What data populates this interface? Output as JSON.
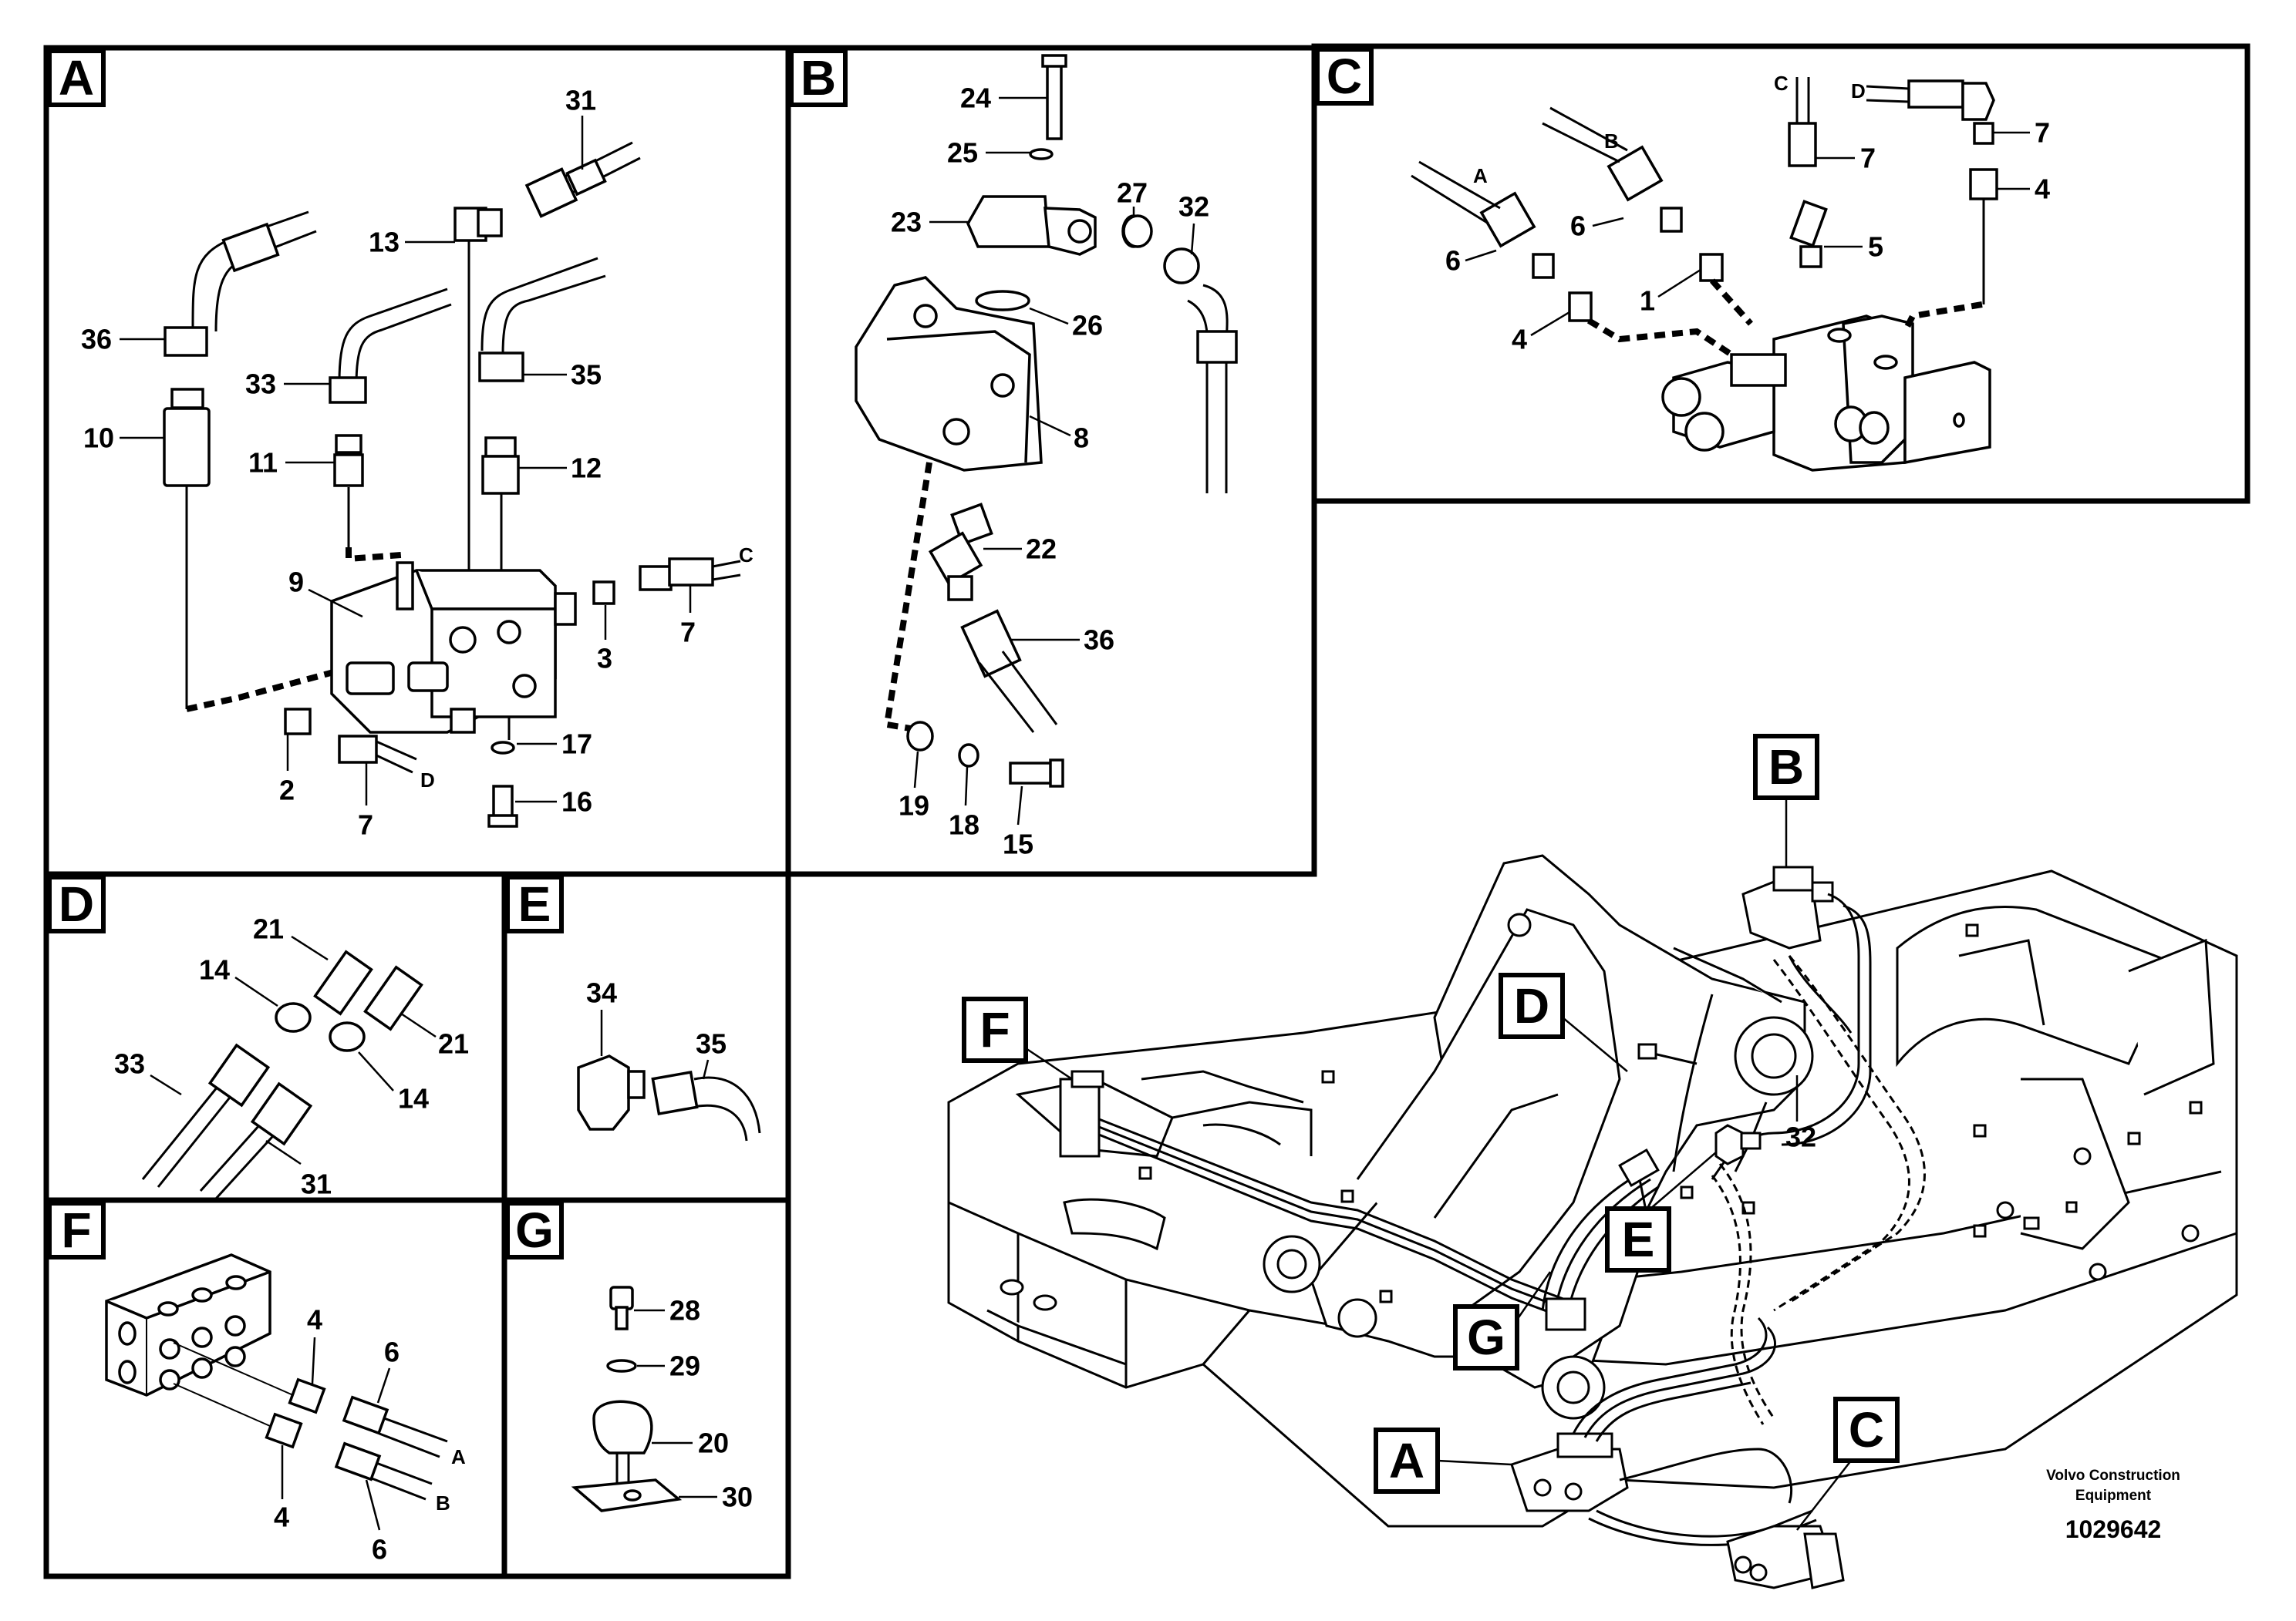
{
  "panels": {
    "A": {
      "label": "A"
    },
    "B": {
      "label": "B"
    },
    "C": {
      "label": "C"
    },
    "D": {
      "label": "D"
    },
    "E": {
      "label": "E"
    },
    "F": {
      "label": "F"
    },
    "G": {
      "label": "G"
    }
  },
  "callouts": {
    "A": [
      "31",
      "13",
      "36",
      "33",
      "35",
      "10",
      "11",
      "12",
      "9",
      "3",
      "7",
      "17",
      "16",
      "2",
      "7"
    ],
    "A_letters": [
      "C",
      "D"
    ],
    "B": [
      "24",
      "25",
      "23",
      "27",
      "32",
      "26",
      "8",
      "22",
      "36",
      "19",
      "18",
      "15"
    ],
    "C": [
      "7",
      "7",
      "4",
      "6",
      "6",
      "5",
      "1",
      "4"
    ],
    "C_letters": [
      "A",
      "B",
      "C",
      "D"
    ],
    "D": [
      "21",
      "14",
      "21",
      "33",
      "14",
      "31"
    ],
    "E": [
      "34",
      "35"
    ],
    "F": [
      "4",
      "6",
      "4",
      "6"
    ],
    "F_letters": [
      "A",
      "B"
    ],
    "G": [
      "28",
      "29",
      "20",
      "30"
    ],
    "overview": [
      "32"
    ]
  },
  "overview_tags": [
    "A",
    "B",
    "C",
    "D",
    "E",
    "F",
    "G"
  ],
  "credit": {
    "line1": "Volvo Construction",
    "line2": "Equipment",
    "number": "1029642"
  }
}
